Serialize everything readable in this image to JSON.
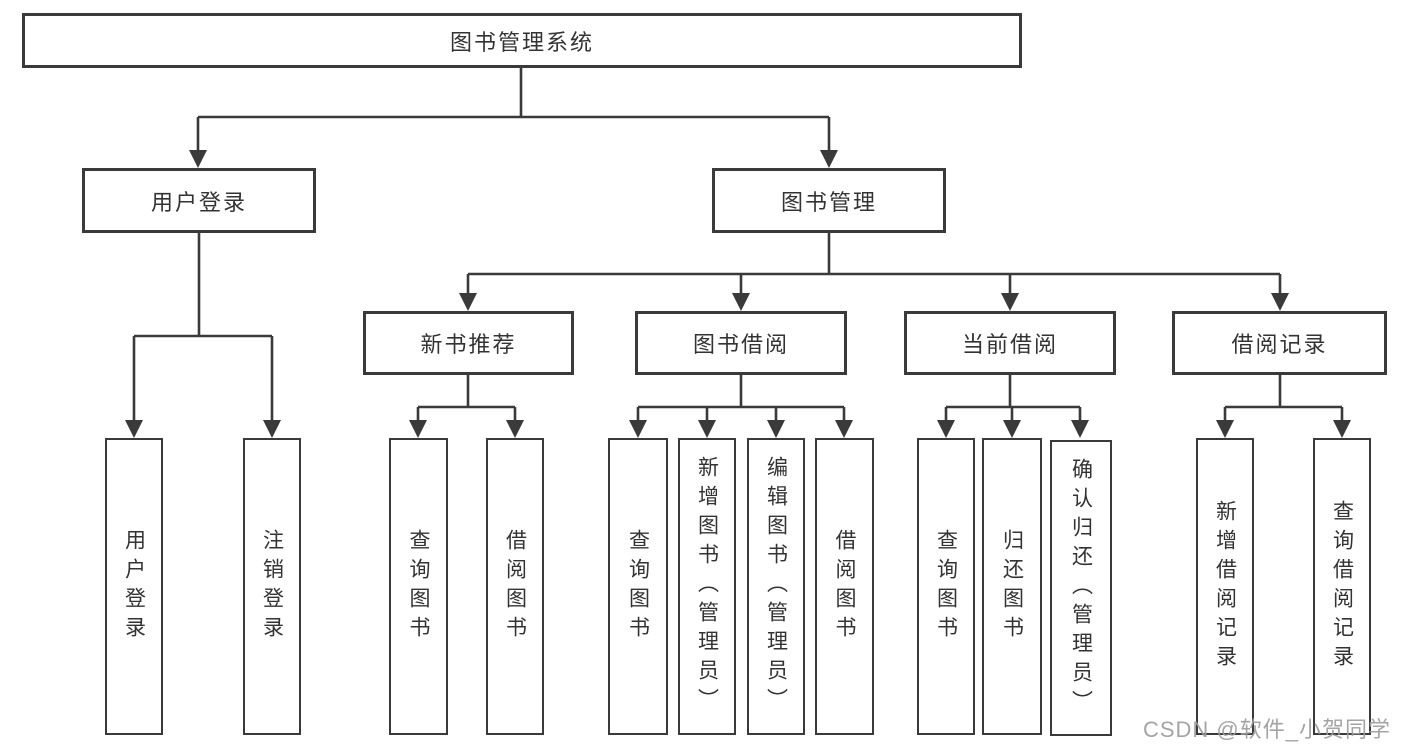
{
  "colors": {
    "line": "#3a3a3a",
    "text": "#333333",
    "watermark_color": "#9d9d9d",
    "background": "#ffffff"
  },
  "diagram": {
    "type": "hierarchy",
    "root": {
      "label": "图书管理系统"
    },
    "level2": [
      {
        "label": "用户登录"
      },
      {
        "label": "图书管理"
      }
    ],
    "level3": [
      {
        "parent": "图书管理",
        "label": "新书推荐"
      },
      {
        "parent": "图书管理",
        "label": "图书借阅"
      },
      {
        "parent": "图书管理",
        "label": "当前借阅"
      },
      {
        "parent": "图书管理",
        "label": "借阅记录"
      }
    ],
    "groups": [
      {
        "parent": "用户登录",
        "items": [
          {
            "label": "用户登录"
          },
          {
            "label": "注销登录"
          }
        ]
      },
      {
        "parent": "新书推荐",
        "items": [
          {
            "label": "查询图书"
          },
          {
            "label": "借阅图书"
          }
        ]
      },
      {
        "parent": "图书借阅",
        "items": [
          {
            "label": "查询图书"
          },
          {
            "label": "新增图书（管理员）"
          },
          {
            "label": "编辑图书（管理员）"
          },
          {
            "label": "借阅图书"
          }
        ]
      },
      {
        "parent": "当前借阅",
        "items": [
          {
            "label": "查询图书"
          },
          {
            "label": "归还图书"
          },
          {
            "label": "确认归还（管理员）"
          }
        ]
      },
      {
        "parent": "借阅记录",
        "items": [
          {
            "label": "新增借阅记录"
          },
          {
            "label": "查询借阅记录"
          }
        ]
      }
    ]
  },
  "watermark": {
    "text": "CSDN @软件_小贺同学"
  }
}
